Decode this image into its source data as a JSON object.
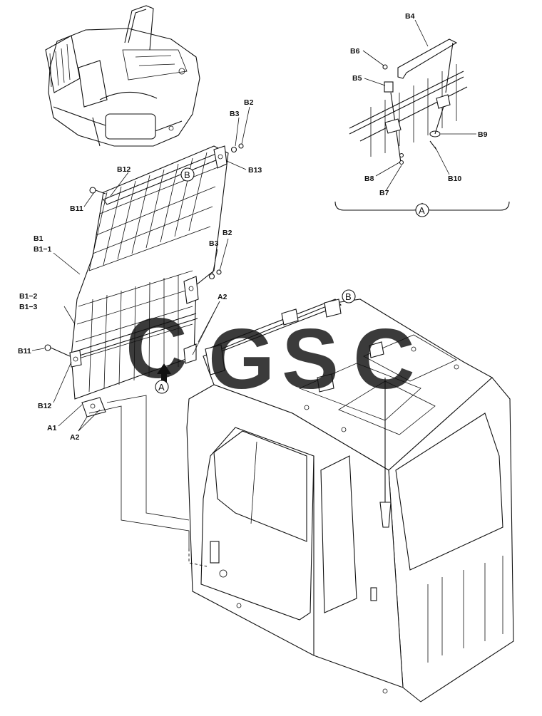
{
  "watermark": {
    "letters": [
      "C",
      "G",
      "S",
      "C"
    ],
    "colors": [
      "#4a86e8",
      "#ea6464",
      "#f2c12e",
      "#3aa57a"
    ]
  },
  "callouts": {
    "view_a": "A",
    "view_b": "B"
  },
  "labels": {
    "B1": "B1",
    "B1_1": "B1−1",
    "B1_2": "B1−2",
    "B1_3": "B1−3",
    "B2": "B2",
    "B3": "B3",
    "B4": "B4",
    "B5": "B5",
    "B6": "B6",
    "B7": "B7",
    "B8": "B8",
    "B9": "B9",
    "B10": "B10",
    "B11": "B11",
    "B12": "B12",
    "B13": "B13",
    "A1": "A1",
    "A2": "A2"
  }
}
